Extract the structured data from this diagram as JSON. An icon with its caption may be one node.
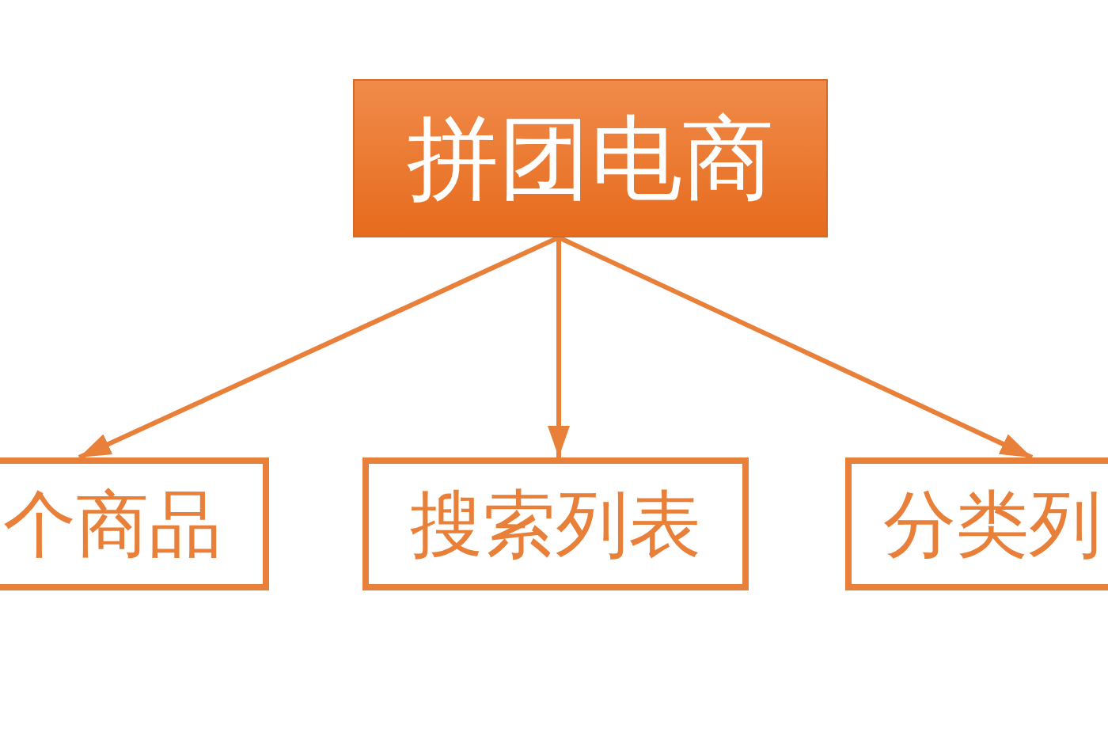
{
  "diagram": {
    "nodes": [
      {
        "text": [
          "拼团电商"
        ]
      },
      {
        "text": [
          "个商品"
        ]
      },
      {
        "text": [
          "搜索列表"
        ]
      },
      {
        "text": [
          "分类列"
        ]
      }
    ],
    "edges": [
      {
        "from": 0,
        "to": 1,
        "arrow": "to"
      },
      {
        "from": 0,
        "to": 2,
        "arrow": "to"
      },
      {
        "from": 0,
        "to": 3,
        "arrow": "to"
      }
    ]
  }
}
